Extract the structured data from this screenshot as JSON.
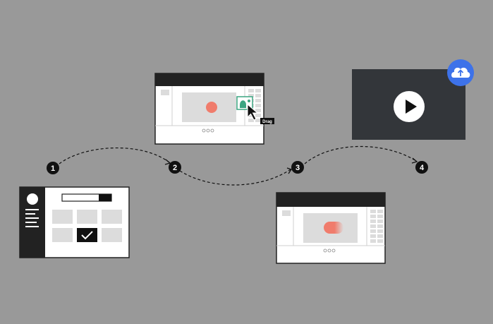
{
  "steps": [
    {
      "number": "1"
    },
    {
      "number": "2"
    },
    {
      "number": "3"
    },
    {
      "number": "4"
    }
  ],
  "drag_tooltip": "Drag",
  "colors": {
    "background": "#999999",
    "frame": "#222222",
    "panel": "#ffffff",
    "placeholder": "#dcdcdc",
    "accent_red": "#f07c6c",
    "accent_green": "#3aa581",
    "upload_blue": "#3d72e9",
    "video_dark": "#33363a"
  },
  "icons": [
    "check-icon",
    "image-icon",
    "cursor-icon",
    "play-icon",
    "cloud-upload-icon"
  ]
}
